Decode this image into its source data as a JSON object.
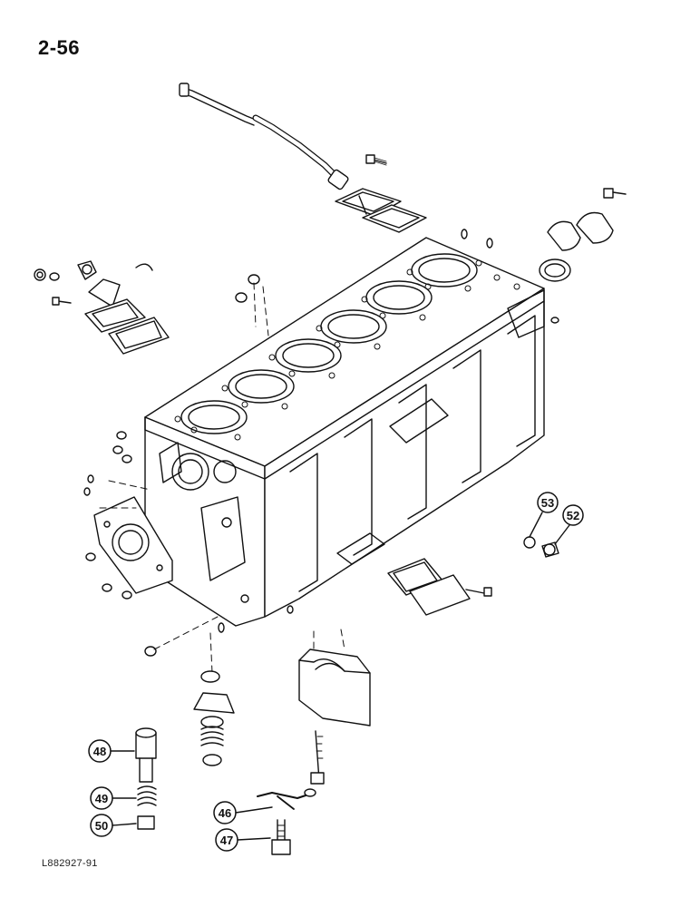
{
  "page_number": "2-56",
  "drawing_reference": "L882927-91",
  "callouts": [
    {
      "id": "c53",
      "number": "53"
    },
    {
      "id": "c52",
      "number": "52"
    },
    {
      "id": "c48",
      "number": "48"
    },
    {
      "id": "c49",
      "number": "49"
    },
    {
      "id": "c50",
      "number": "50"
    },
    {
      "id": "c46",
      "number": "46"
    },
    {
      "id": "c47",
      "number": "47"
    }
  ]
}
